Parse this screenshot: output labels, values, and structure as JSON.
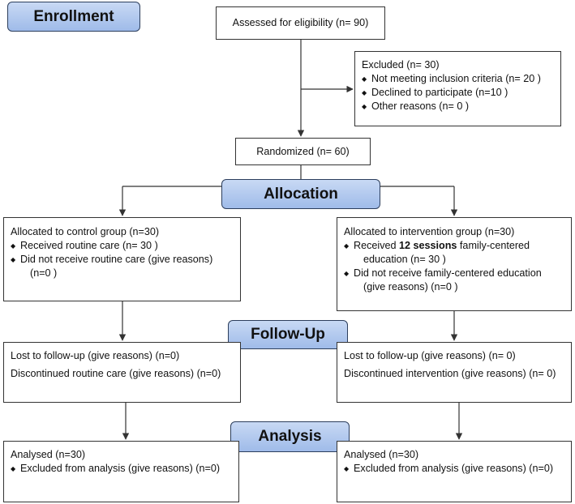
{
  "stages": {
    "enrollment": "Enrollment",
    "allocation": "Allocation",
    "follow_up": "Follow-Up",
    "analysis": "Analysis"
  },
  "bullet": "◆",
  "assessed": "Assessed for eligibility (n= 90)",
  "excluded": {
    "title": "Excluded (n= 30)",
    "items": [
      "Not meeting inclusion criteria (n= 20 )",
      "Declined to participate (n=10  )",
      "Other reasons (n= 0 )"
    ]
  },
  "randomized": "Randomized (n= 60)",
  "control_alloc": {
    "title": "Allocated to control group (n=30)",
    "item1": "Received routine care (n= 30 )",
    "item2": "Did not receive routine care (give reasons)",
    "item2_cont": "(n=0  )"
  },
  "intervention_alloc": {
    "title": "Allocated to intervention group (n=30)",
    "item1_pre": "Received ",
    "item1_bold": "12 sessions",
    "item1_post": " family-centered",
    "item1_cont": "education (n= 30 )",
    "item2": "Did not receive family-centered education",
    "item2_cont": "(give reasons) (n=0  )"
  },
  "control_followup": {
    "lost": "Lost to follow-up (give reasons) (n=0)",
    "discontinued": "Discontinued routine care (give reasons) (n=0)"
  },
  "intervention_followup": {
    "lost": "Lost to follow-up (give reasons) (n= 0)",
    "discontinued": "Discontinued intervention (give reasons) (n= 0)"
  },
  "control_analysis": {
    "title": "Analysed (n=30)",
    "item": "Excluded from analysis (give reasons) (n=0)"
  },
  "intervention_analysis": {
    "title": "Analysed (n=30)",
    "item": "Excluded from analysis (give reasons) (n=0)"
  }
}
